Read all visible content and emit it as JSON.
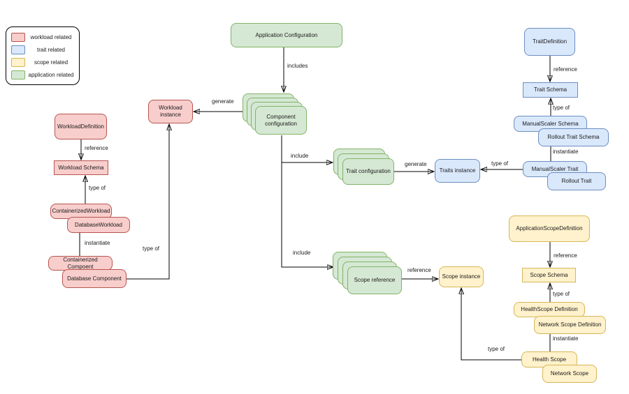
{
  "legend": {
    "items": [
      {
        "key": "workload",
        "label": "workload related"
      },
      {
        "key": "trait",
        "label": "trait related"
      },
      {
        "key": "scope",
        "label": "scope related"
      },
      {
        "key": "application",
        "label": "application related"
      }
    ]
  },
  "colors": {
    "workload": {
      "fill": "#f8cecc",
      "stroke": "#b85450"
    },
    "trait": {
      "fill": "#dae8fc",
      "stroke": "#6c8ebf"
    },
    "scope": {
      "fill": "#fff2cc",
      "stroke": "#d6b656"
    },
    "application": {
      "fill": "#d5e8d4",
      "stroke": "#82b366"
    }
  },
  "connector_color": "#000000",
  "nodes": {
    "application_configuration": {
      "label": "Application Configuration"
    },
    "component_configuration": {
      "label": "Component configuration"
    },
    "workload_instance": {
      "label": "Workload instance"
    },
    "trait_configuration": {
      "label": "Trait configuration"
    },
    "traits_instance": {
      "label": "Traits instance"
    },
    "scope_reference": {
      "label": "Scope reference"
    },
    "scope_instance": {
      "label": "Scope instance"
    },
    "workload_definition": {
      "label": "WorkloadDefinition"
    },
    "workload_schema": {
      "label": "Workload Schema"
    },
    "containerized_workload": {
      "label": "ContainerizedWorkload"
    },
    "database_workload": {
      "label": "DatabaseWorkload"
    },
    "containerized_compoent": {
      "label": "Containerized Compoent"
    },
    "database_component": {
      "label": "Database Component"
    },
    "trait_definition": {
      "label": "TraitDefinition"
    },
    "trait_schema": {
      "label": "Trait Schema"
    },
    "manualscaler_schema": {
      "label": "ManualScaler Schema"
    },
    "rollout_trait_schema": {
      "label": "Rollout Trait Schema"
    },
    "manualscaler_trait": {
      "label": "ManualScaler Trait"
    },
    "rollout_trait": {
      "label": "Rollout Trait"
    },
    "application_scope_definition": {
      "label": "ApplicationScopeDefinition"
    },
    "scope_schema": {
      "label": "Scope Schema"
    },
    "healthscope_definition": {
      "label": "HealthScope Definition"
    },
    "network_scope_definition": {
      "label": "Network Scope Definition"
    },
    "health_scope": {
      "label": "Health Scope"
    },
    "network_scope": {
      "label": "Network Scope"
    }
  },
  "edge_labels": {
    "includes": "includes",
    "generate_workload": "generate",
    "include_trait": "include",
    "include_scope": "include",
    "generate_traits": "generate",
    "typeof_traits": "type of",
    "reference_trait": "reference",
    "typeof_trait_schema": "type of",
    "instantiate_trait": "instantiate",
    "reference_workload": "reference",
    "typeof_workload_schema": "type of",
    "instantiate_workload": "instantiate",
    "typeof_workload_instance": "type of",
    "reference_scope": "reference",
    "typeof_scope_schema": "type of",
    "instantiate_scope": "instantiate",
    "typeof_scope_instance": "type of",
    "reference_scope_instance": "reference"
  }
}
